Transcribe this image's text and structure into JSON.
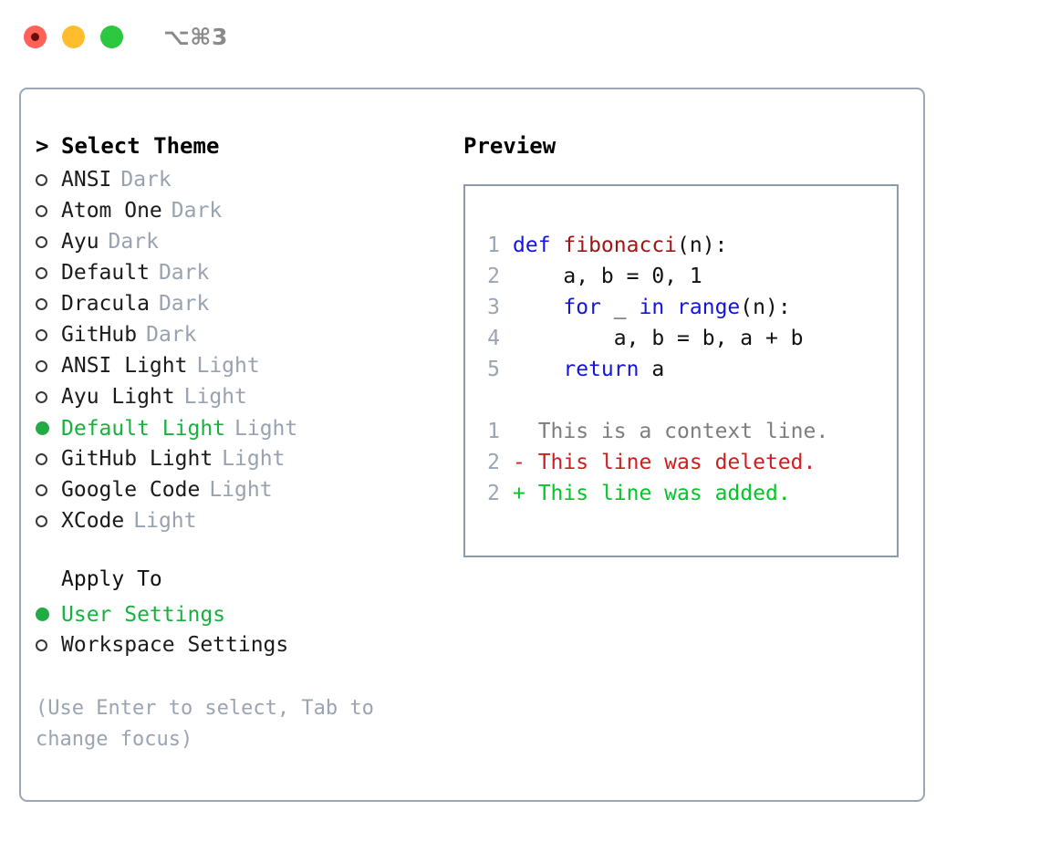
{
  "window": {
    "title": "⌥⌘3",
    "traffic_lights": [
      "close-red",
      "minimize-yellow",
      "maximize-green"
    ]
  },
  "theme_picker": {
    "header_marker": ">",
    "header": "Select Theme",
    "unselected_bullet": "○",
    "selected_bullet": "●",
    "items": [
      {
        "name": "ANSI",
        "tag": "Dark",
        "selected": false
      },
      {
        "name": "Atom One",
        "tag": "Dark",
        "selected": false
      },
      {
        "name": "Ayu",
        "tag": "Dark",
        "selected": false
      },
      {
        "name": "Default",
        "tag": "Dark",
        "selected": false
      },
      {
        "name": "Dracula",
        "tag": "Dark",
        "selected": false
      },
      {
        "name": "GitHub",
        "tag": "Dark",
        "selected": false
      },
      {
        "name": "ANSI Light",
        "tag": "Light",
        "selected": false
      },
      {
        "name": "Ayu Light",
        "tag": "Light",
        "selected": false
      },
      {
        "name": "Default Light",
        "tag": "Light",
        "selected": true
      },
      {
        "name": "GitHub Light",
        "tag": "Light",
        "selected": false
      },
      {
        "name": "Google Code",
        "tag": "Light",
        "selected": false
      },
      {
        "name": "XCode",
        "tag": "Light",
        "selected": false
      }
    ]
  },
  "apply_to": {
    "header": "Apply To",
    "options": [
      {
        "label": "User Settings",
        "selected": true
      },
      {
        "label": "Workspace Settings",
        "selected": false
      }
    ]
  },
  "help_text": "(Use Enter to select, Tab to change focus)",
  "preview": {
    "title": "Preview",
    "code_lines": [
      {
        "no": "1",
        "tokens": [
          {
            "t": "def ",
            "c": "kw"
          },
          {
            "t": "fibonacci",
            "c": "fn"
          },
          {
            "t": "(n):",
            "c": "txt"
          }
        ]
      },
      {
        "no": "2",
        "tokens": [
          {
            "t": "    a, b = 0, 1",
            "c": "txt"
          }
        ]
      },
      {
        "no": "3",
        "tokens": [
          {
            "t": "    ",
            "c": "txt"
          },
          {
            "t": "for",
            "c": "kw"
          },
          {
            "t": " _ ",
            "c": "txt"
          },
          {
            "t": "in",
            "c": "kw"
          },
          {
            "t": " ",
            "c": "txt"
          },
          {
            "t": "range",
            "c": "kw"
          },
          {
            "t": "(n):",
            "c": "txt"
          }
        ]
      },
      {
        "no": "4",
        "tokens": [
          {
            "t": "        a, b = b, a + b",
            "c": "txt"
          }
        ]
      },
      {
        "no": "5",
        "tokens": [
          {
            "t": "    ",
            "c": "txt"
          },
          {
            "t": "return",
            "c": "kw"
          },
          {
            "t": " a",
            "c": "txt"
          }
        ]
      }
    ],
    "diff_lines": [
      {
        "no": "1",
        "sign": " ",
        "text": "This is a context line.",
        "kind": "ctx"
      },
      {
        "no": "2",
        "sign": "-",
        "text": "This line was deleted.",
        "kind": "del"
      },
      {
        "no": "2",
        "sign": "+",
        "text": "This line was added.",
        "kind": "add"
      }
    ]
  },
  "colors": {
    "selected_green": "#17b23d",
    "tag_gray": "#98a2b0",
    "keyword_blue": "#1414e0",
    "function_red": "#9e1515",
    "diff_deleted": "#cc2020",
    "diff_added": "#06c42a",
    "border": "#9aa7b5"
  }
}
